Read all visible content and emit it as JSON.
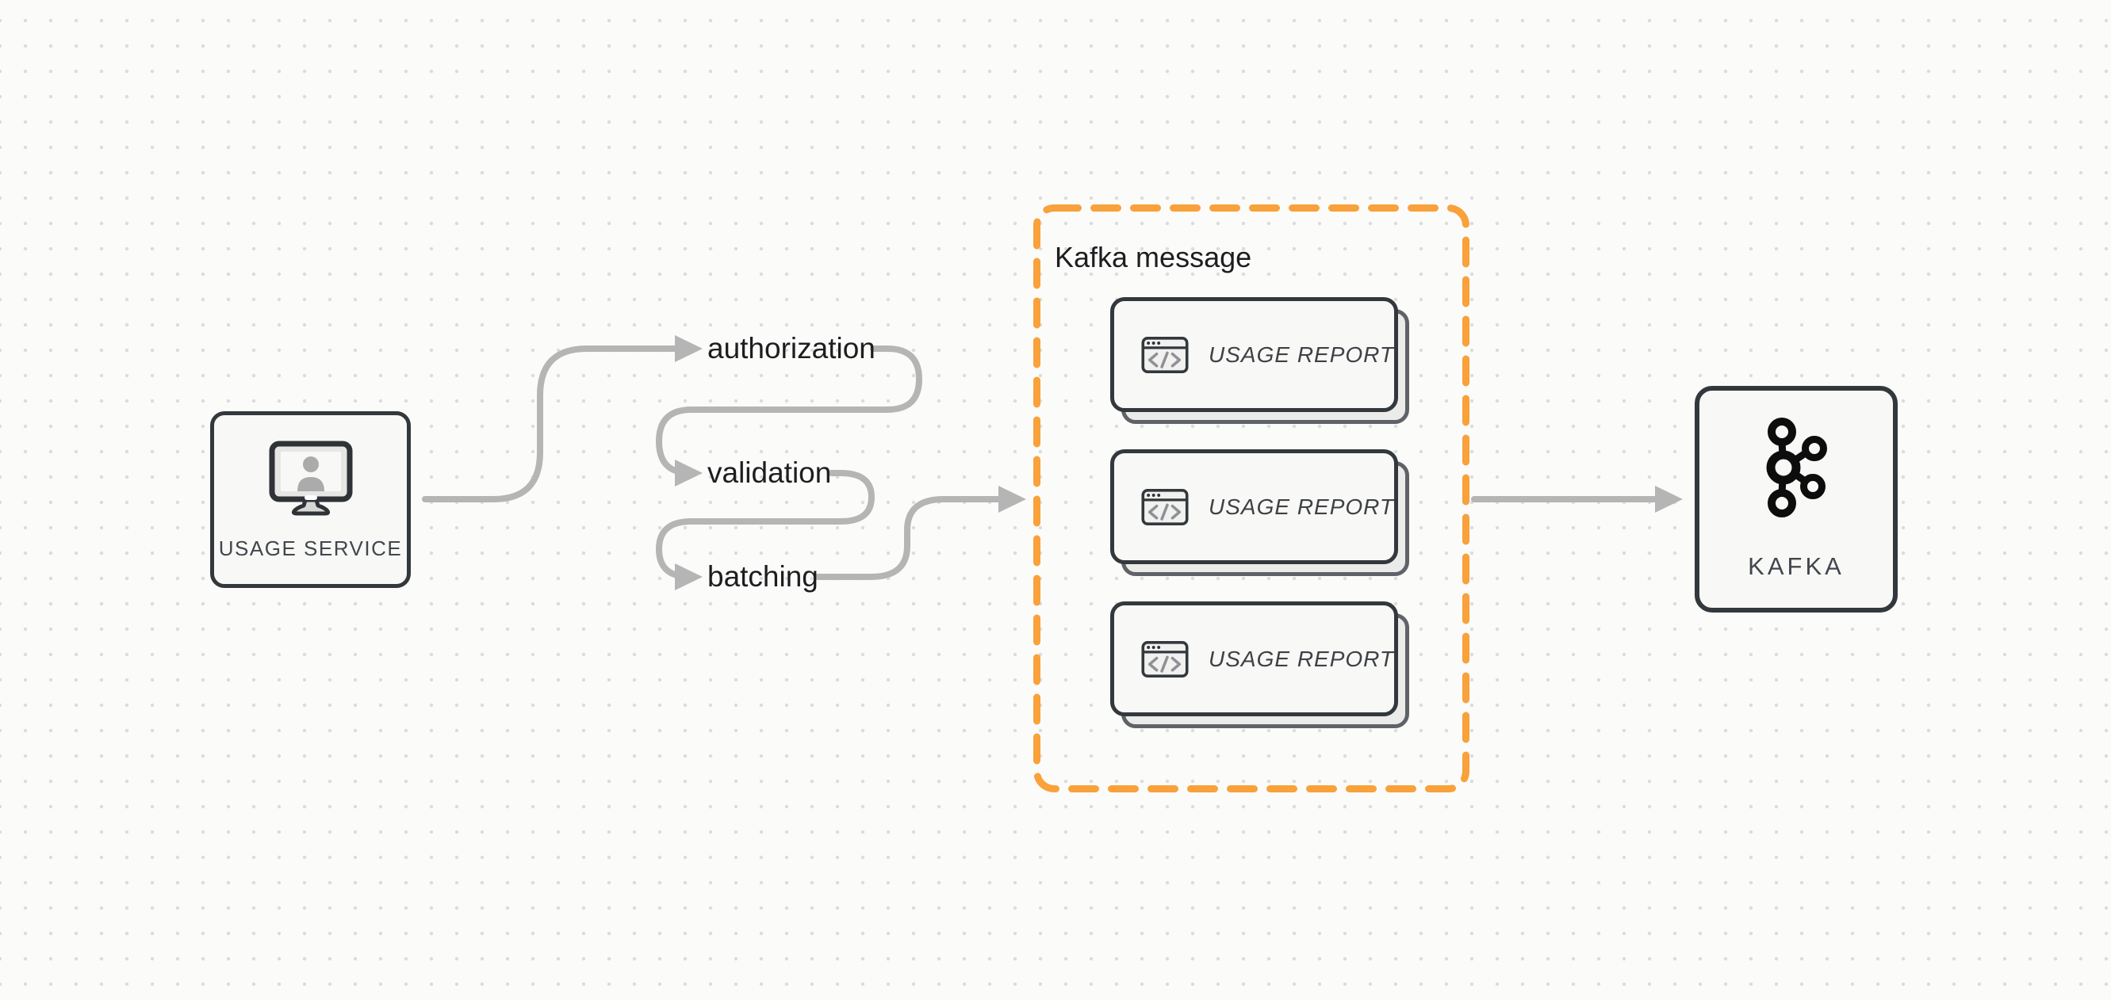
{
  "nodes": {
    "usage_service": {
      "label": "USAGE SERVICE",
      "icon": "monitor-user-icon"
    },
    "kafka": {
      "label": "KAFKA",
      "icon": "kafka-logo-icon"
    }
  },
  "pipeline": {
    "steps": [
      {
        "label": "authorization"
      },
      {
        "label": "validation"
      },
      {
        "label": "batching"
      }
    ]
  },
  "kafka_message_group": {
    "title": "Kafka message",
    "cards": [
      {
        "label": "USAGE REPORT",
        "icon": "code-window-icon"
      },
      {
        "label": "USAGE REPORT",
        "icon": "code-window-icon"
      },
      {
        "label": "USAGE REPORT",
        "icon": "code-window-icon"
      }
    ]
  },
  "colors": {
    "canvas_background": "#FBFBFA",
    "dot_grid": "#DCDCDC",
    "connector_gray": "#B5B5B5",
    "group_border_orange": "#F9A13A",
    "node_border_dark": "#33383D",
    "node_fill": "#F8F8F6",
    "card_shadow_fill": "#EBEBEA",
    "step_label_text": "#1D1E20",
    "node_label_text": "#42464D"
  }
}
